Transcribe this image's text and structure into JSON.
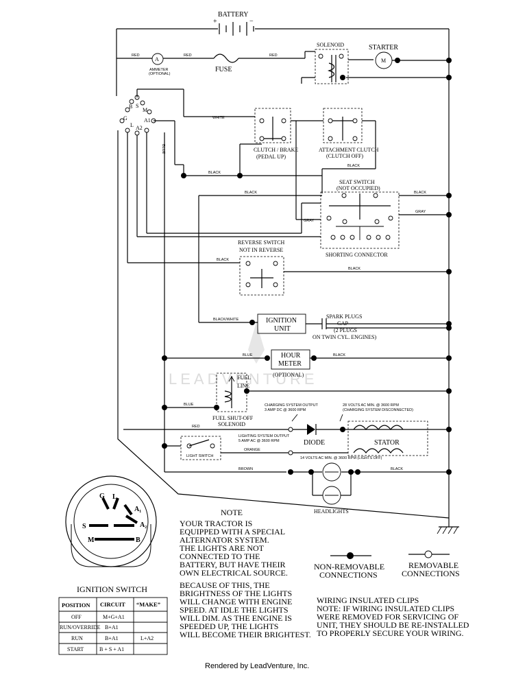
{
  "labels": {
    "battery": "BATTERY",
    "battery_plus": "+",
    "battery_minus": "−",
    "solenoid": "SOLENOID",
    "starter": "STARTER",
    "starter_m": "M",
    "ammeter_a": "A",
    "ammeter": "AMMETER",
    "ammeter_optional": "(OPTIONAL)",
    "fuse": "FUSE",
    "red": "RED",
    "white": "WHITE",
    "blue": "BLUE",
    "black": "BLACK",
    "gray": "GRAY",
    "orange": "ORANGE",
    "brown": "BROWN",
    "black_white": "BLACK/WHITE",
    "term_b": "B",
    "term_s": "S",
    "term_m": "M",
    "term_g": "G",
    "term_l": "L",
    "term_a1": "A1",
    "term_a2": "A2",
    "clutch_brake": "CLUTCH / BRAKE",
    "pedal_up": "(PEDAL UP)",
    "attachment_clutch": "ATTACHMENT CLUTCH",
    "clutch_off": "(CLUTCH OFF)",
    "seat_switch": "SEAT SWITCH",
    "not_occupied": "(NOT OCCUPIED)",
    "shorting_connector": "SHORTING CONNECTOR",
    "reverse_switch": "REVERSE SWITCH",
    "not_in_reverse": "NOT IN REVERSE",
    "ignition_unit_1": "IGNITION",
    "ignition_unit_2": "UNIT",
    "spark_plugs": "SPARK PLUGS",
    "gap": "GAP",
    "two_plugs": "(2 PLUGS",
    "twin_cyl": "ON TWIN CYL. ENGINES)",
    "hour_meter_1": "HOUR",
    "hour_meter_2": "METER",
    "hour_optional": "(OPTIONAL)",
    "fuel": "FUEL",
    "line": "LINE",
    "fuel_solenoid_1": "FUEL SHUT-OFF",
    "fuel_solenoid_2": "SOLENOID",
    "charging_output_1": "CHARGING SYSTEM OUTPUT",
    "charging_output_2": "3 AMP DC @ 3600 RPM",
    "volts28_1": "28 VOLTS AC MIN. @ 3600 RPM",
    "volts28_2": "(CHARGING SYSTEM DISCONNECTED)",
    "lighting_output_1": "LIGHTING SYSTEM OUTPUT",
    "lighting_output_2": "5 AMP AC @ 3600 RPM",
    "diode": "DIODE",
    "stator": "STATOR",
    "light_switch": "LIGHT SWITCH",
    "volts14": "14 VOLTS AC MIN. @ 3600 RPM (LIGHTS OFF)",
    "headlights": "HEADLIGHTS",
    "watermark": "LEADVENTURE"
  },
  "note": {
    "heading": "NOTE",
    "lines": [
      "YOUR TRACTOR IS",
      "EQUIPPED WITH A SPECIAL",
      "ALTERNATOR SYSTEM.",
      "THE LIGHTS ARE NOT",
      "CONNECTED TO THE",
      "BATTERY, BUT HAVE THEIR",
      "OWN ELECTRICAL SOURCE.",
      "BECAUSE OF THIS, THE",
      "BRIGHTNESS OF THE LIGHTS",
      "WILL CHANGE WITH ENGINE",
      "SPEED.  AT IDLE THE LIGHTS",
      "WILL DIM.  AS THE ENGINE IS",
      "SPEEDED UP, THE LIGHTS",
      "WILL BECOME THEIR BRIGHTEST."
    ]
  },
  "legend": {
    "non_removable_1": "NON-REMOVABLE",
    "non_removable_2": "CONNECTIONS",
    "removable_1": "REMOVABLE",
    "removable_2": "CONNECTIONS"
  },
  "clips_note": [
    "WIRING INSULATED CLIPS",
    "NOTE:  IF WIRING INSULATED CLIPS",
    "WERE REMOVED FOR SERVICING OF",
    "UNIT, THEY SHOULD BE RE-INSTALLED",
    "TO PROPERLY SECURE YOUR WIRING."
  ],
  "ignition_switch": {
    "title": "IGNITION SWITCH",
    "face_g": "G",
    "face_l": "L",
    "face_a1": "A₁",
    "face_a2": "A₂",
    "face_s": "S",
    "face_m": "M",
    "face_b": "B",
    "headers": [
      "POSITION",
      "CIRCUIT",
      "“MAKE”"
    ],
    "rows": [
      [
        "OFF",
        "M+G+A1",
        ""
      ],
      [
        "RUN/OVERRIDE",
        "B+A1",
        ""
      ],
      [
        "RUN",
        "B+A1",
        "L+A2"
      ],
      [
        "START",
        "B + S + A1",
        ""
      ]
    ]
  },
  "footer": "Rendered by LeadVenture, Inc."
}
